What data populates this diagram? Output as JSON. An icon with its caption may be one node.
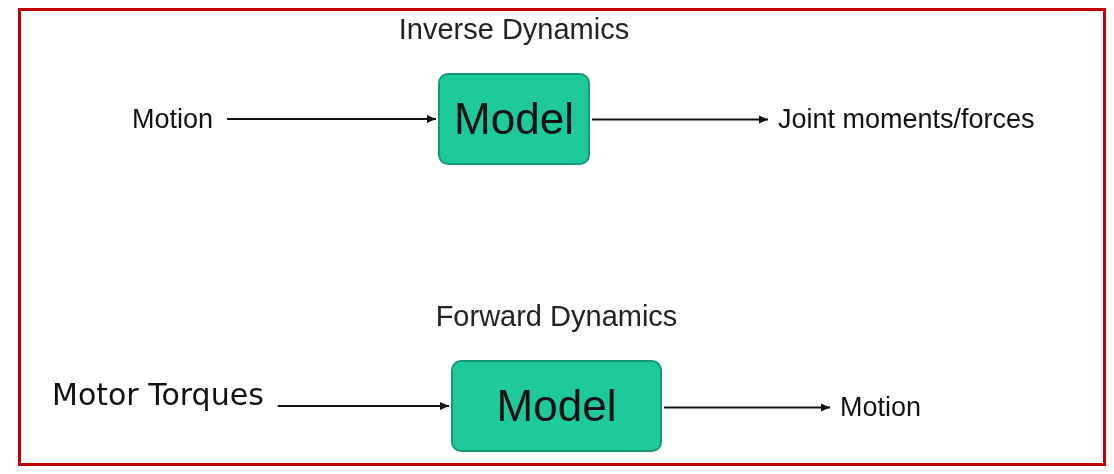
{
  "diagram": {
    "nodes": [
      {
        "text": [
          "Motion"
        ]
      },
      {
        "text": [
          "Inverse Dynamics",
          "Model"
        ]
      },
      {
        "text": [
          "Joint moments/forces"
        ]
      },
      {
        "text": [
          "Motor Torques"
        ]
      },
      {
        "text": [
          "Forward Dynamics",
          "Model"
        ]
      },
      {
        "text": [
          "Motion"
        ]
      }
    ],
    "edges": [
      {
        "from": 0,
        "to": 1,
        "arrow": "to"
      },
      {
        "from": 1,
        "to": 2,
        "arrow": "to"
      },
      {
        "from": 3,
        "to": 4,
        "arrow": "to"
      },
      {
        "from": 4,
        "to": 5,
        "arrow": "to"
      }
    ]
  }
}
